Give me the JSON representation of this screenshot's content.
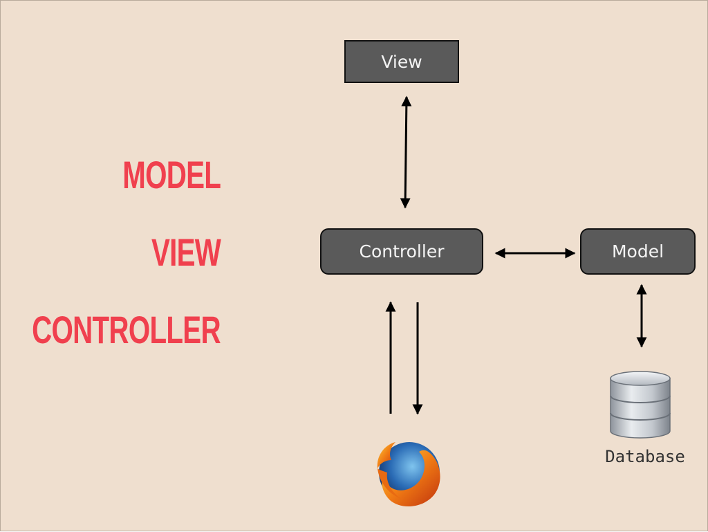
{
  "slide": {
    "title_words": [
      "MODEL",
      "VIEW",
      "CONTROLLER"
    ]
  },
  "diagram": {
    "nodes": {
      "view": "View",
      "controller": "Controller",
      "model": "Model",
      "database": "Database"
    },
    "icons": {
      "database": "database-icon",
      "browser": "firefox-browser-icon"
    }
  },
  "colors": {
    "background": "#efdfcf",
    "title": "#f0404e",
    "node_fill": "#5a5a5a",
    "node_text": "#f4f4f4"
  }
}
